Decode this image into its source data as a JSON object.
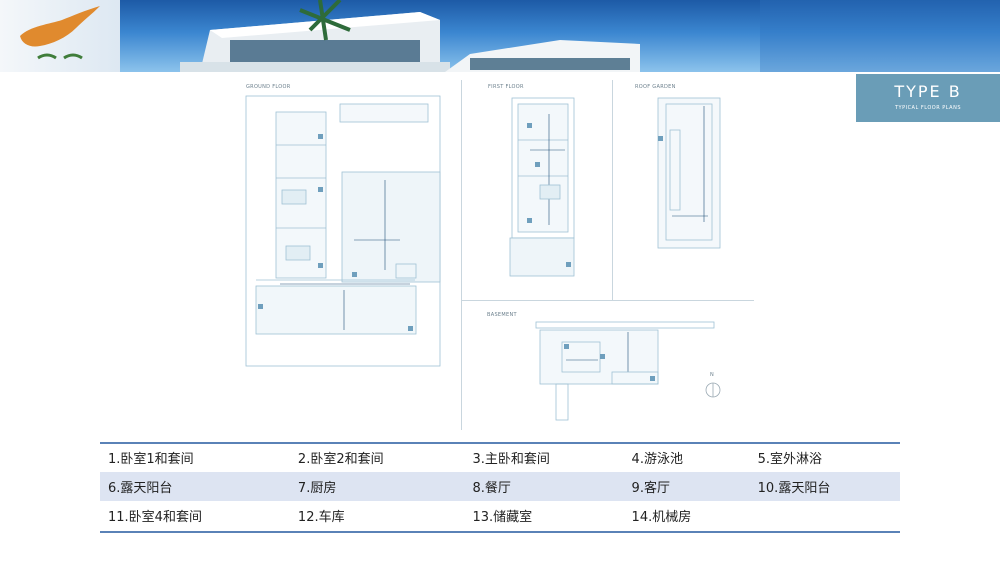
{
  "header": {
    "type_title": "TYPE B",
    "type_subtitle": "TYPICAL FLOOR PLANS"
  },
  "plans": {
    "ground_floor": "GROUND FLOOR",
    "first_floor": "FIRST FLOOR",
    "roof_garden": "ROOF GARDEN",
    "basement": "BASEMENT",
    "north": "N"
  },
  "colors": {
    "banner_sky": "#3b86d0",
    "badge": "#6a9db7",
    "plan_line": "#9fc1d4",
    "legend_rule": "#5a82b7",
    "legend_stripe": "#dde4f2"
  },
  "legend": {
    "rows": [
      [
        "1.卧室1和套间",
        "2.卧室2和套间",
        "3.主卧和套间",
        "4.游泳池",
        "5.室外淋浴"
      ],
      [
        "6.露天阳台",
        "7.厨房",
        "8.餐厅",
        "9.客厅",
        "10.露天阳台"
      ],
      [
        "11.卧室4和套间",
        "12.车库",
        "13.储藏室",
        "14.机械房",
        ""
      ]
    ]
  }
}
